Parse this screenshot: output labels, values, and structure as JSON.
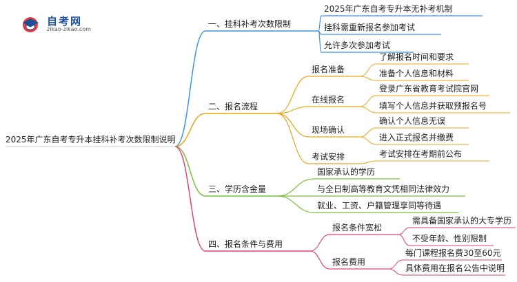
{
  "logo": {
    "title": "自考网",
    "url": "zikao-zikao.com"
  },
  "colors": {
    "blue": "#3f8fe6",
    "gold": "#e9a514",
    "green": "#7cbf3c",
    "pink": "#e3407a"
  },
  "root": "2025年广东自考专升本挂科补考次数限制说明",
  "branches": [
    {
      "label": "一、挂科补考次数限制",
      "color": "#3f8fe6",
      "children": [
        {
          "label": "2025年广东自考专升本无补考机制"
        },
        {
          "label": "挂科需重新报名参加考试"
        },
        {
          "label": "允许多次参加考试"
        }
      ]
    },
    {
      "label": "二、报名流程",
      "color": "#e9a514",
      "children": [
        {
          "label": "报名准备",
          "children": [
            {
              "label": "了解报名时间和要求"
            },
            {
              "label": "准备个人信息和材料"
            }
          ]
        },
        {
          "label": "在线报名",
          "children": [
            {
              "label": "登录广东省教育考试院官网"
            },
            {
              "label": "填写个人信息并获取预报名号"
            }
          ]
        },
        {
          "label": "现场确认",
          "children": [
            {
              "label": "确认个人信息无误"
            },
            {
              "label": "进入正式报名并缴费"
            }
          ]
        },
        {
          "label": "考试安排",
          "children": [
            {
              "label": "考试安排在考期前公布"
            }
          ]
        }
      ]
    },
    {
      "label": "三、学历含金量",
      "color": "#7cbf3c",
      "children": [
        {
          "label": "国家承认的学历"
        },
        {
          "label": "与全日制高等教育文凭相同法律效力"
        },
        {
          "label": "就业、工资、户籍管理享同等待遇"
        }
      ]
    },
    {
      "label": "四、报名条件与费用",
      "color": "#e3407a",
      "children": [
        {
          "label": "报名条件宽松",
          "children": [
            {
              "label": "需具备国家承认的大专学历"
            },
            {
              "label": "不受年龄、性别限制"
            }
          ]
        },
        {
          "label": "报名费用",
          "children": [
            {
              "label": "每门课程报名费30至60元"
            },
            {
              "label": "具体费用在报名公告中说明"
            }
          ]
        }
      ]
    }
  ]
}
